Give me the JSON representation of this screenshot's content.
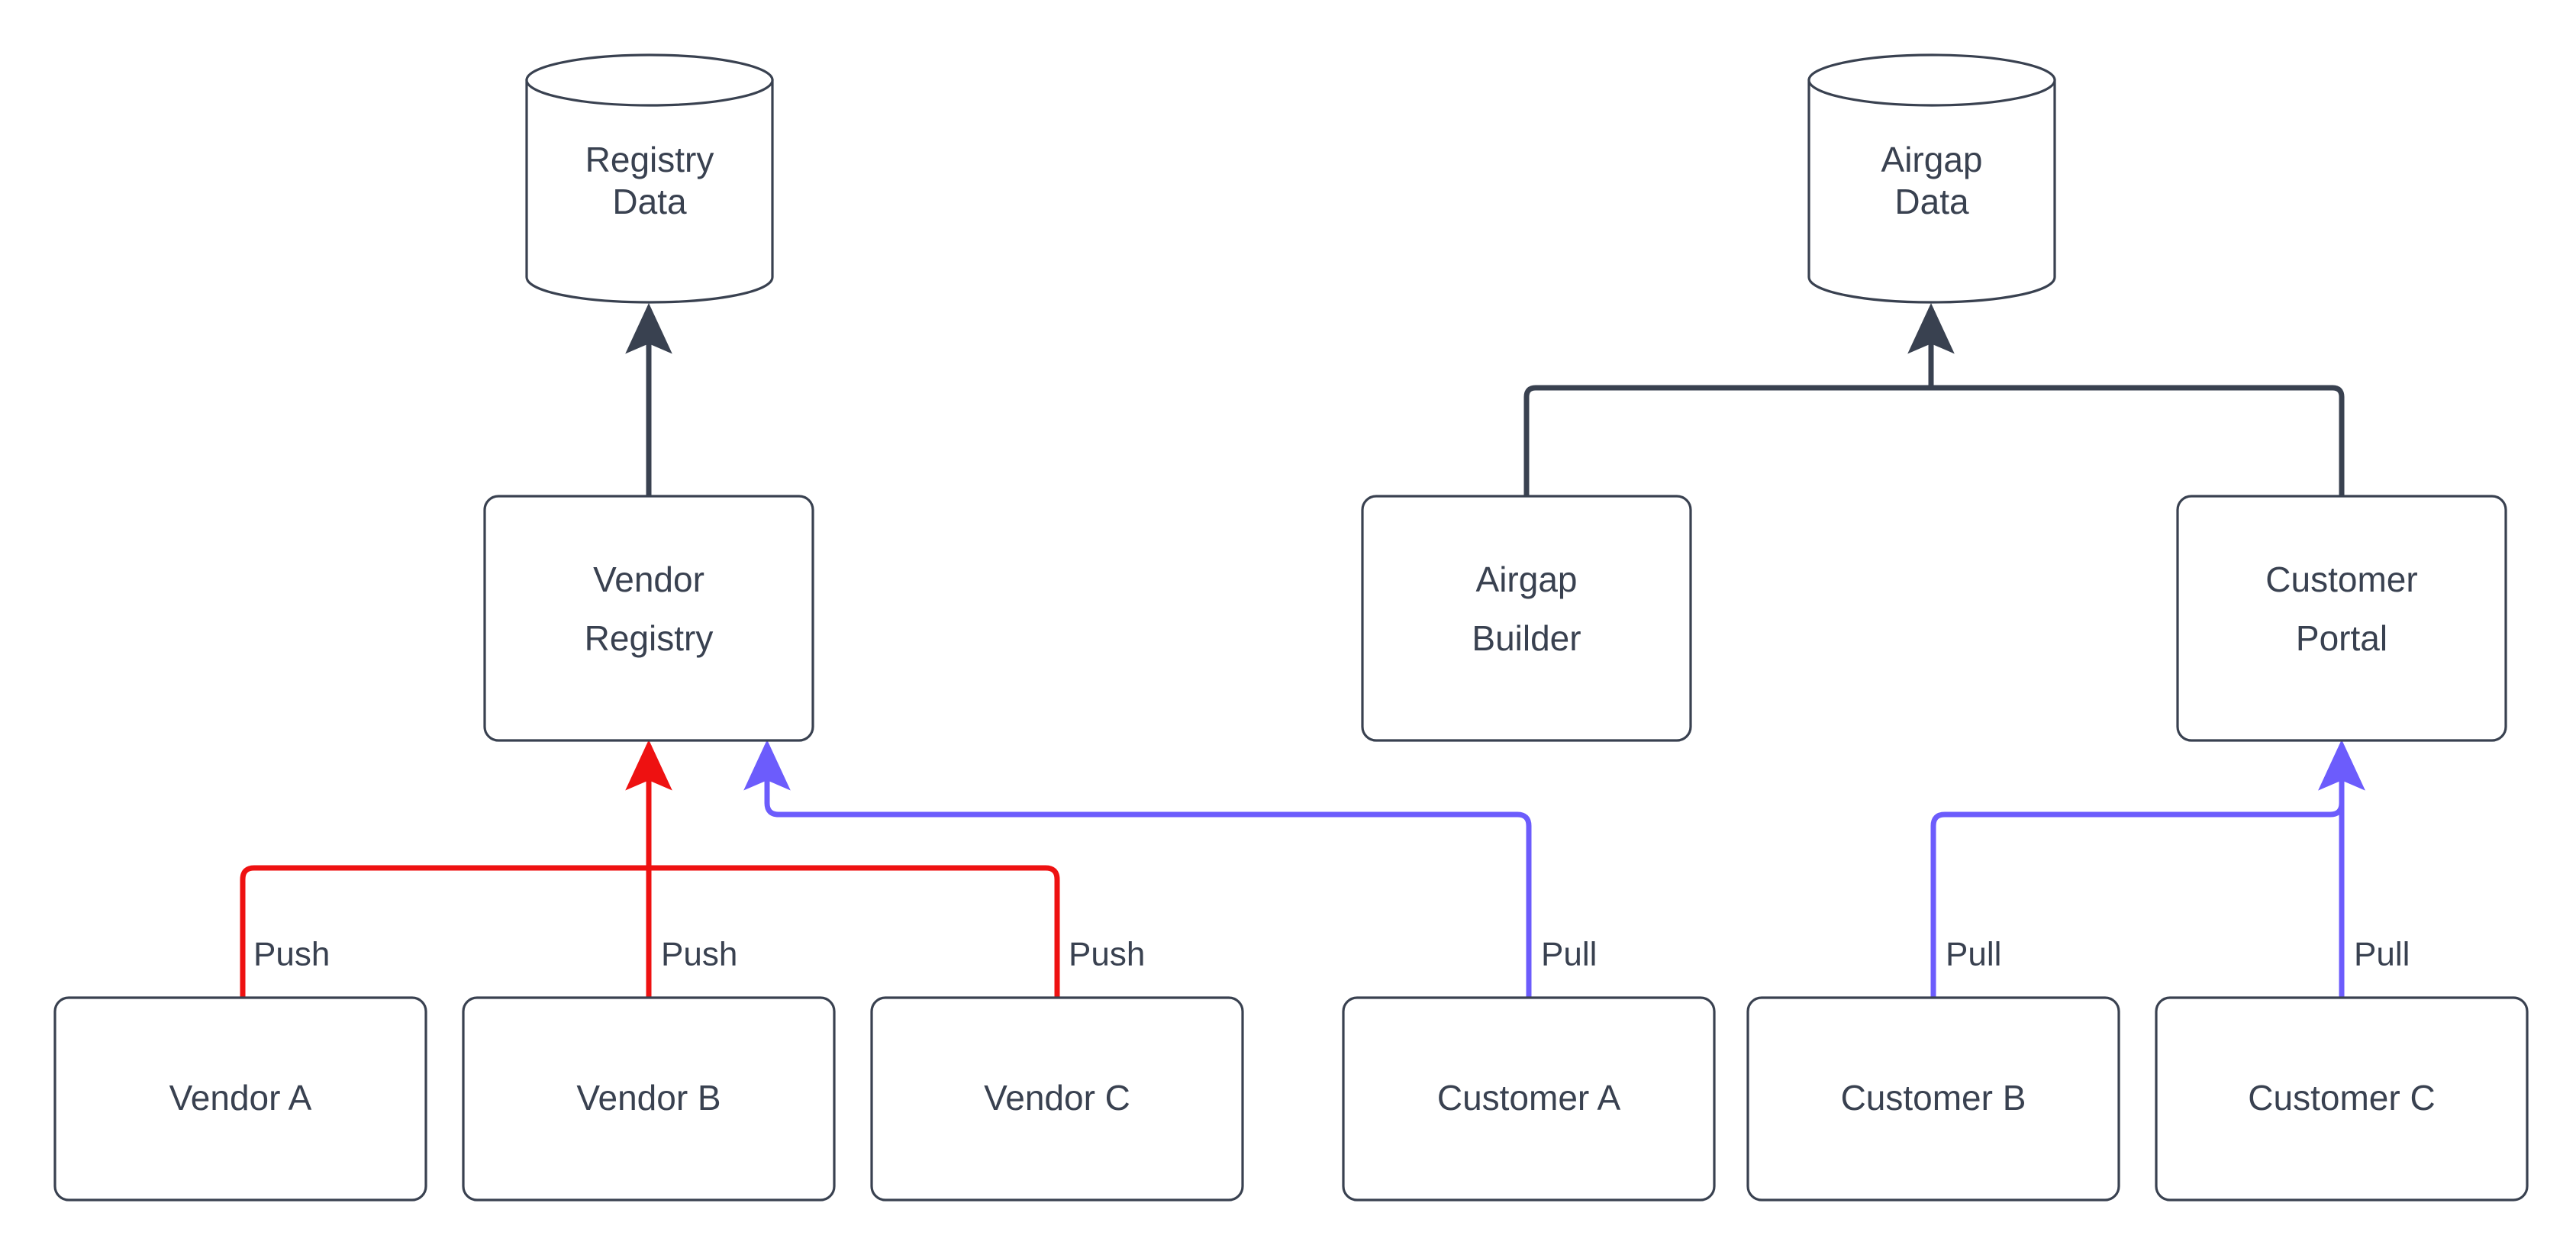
{
  "diagram": {
    "type": "flowchart",
    "background": "#ffffff",
    "colors": {
      "node_stroke": "#394150",
      "node_fill": "#ffffff",
      "text": "#394150",
      "push_edge": "#EE1111",
      "pull_edge": "#6C5CFC",
      "default_edge": "#394150"
    },
    "datastores": [
      {
        "id": "registry-data",
        "shape": "cylinder",
        "line1": "Registry",
        "line2": "Data"
      },
      {
        "id": "airgap-data",
        "shape": "cylinder",
        "line1": "Airgap",
        "line2": "Data"
      }
    ],
    "services": [
      {
        "id": "vendor-registry",
        "shape": "rounded-rect",
        "line1": "Vendor",
        "line2": "Registry"
      },
      {
        "id": "airgap-builder",
        "shape": "rounded-rect",
        "line1": "Airgap",
        "line2": "Builder"
      },
      {
        "id": "customer-portal",
        "shape": "rounded-rect",
        "line1": "Customer",
        "line2": "Portal"
      }
    ],
    "actors": [
      {
        "id": "vendor-a",
        "label": "Vendor A"
      },
      {
        "id": "vendor-b",
        "label": "Vendor B"
      },
      {
        "id": "vendor-c",
        "label": "Vendor C"
      },
      {
        "id": "customer-a",
        "label": "Customer A"
      },
      {
        "id": "customer-b",
        "label": "Customer B"
      },
      {
        "id": "customer-c",
        "label": "Customer C"
      }
    ],
    "edge_labels": {
      "push": "Push",
      "pull": "Pull"
    },
    "edges": [
      {
        "id": "vendor-registry-to-registry-data",
        "from": "vendor-registry",
        "to": "registry-data",
        "label": "",
        "color": "#394150"
      },
      {
        "id": "airgap-builder-to-airgap-data",
        "from": "airgap-builder",
        "to": "airgap-data",
        "label": "",
        "color": "#394150"
      },
      {
        "id": "customer-portal-to-airgap-data",
        "from": "customer-portal",
        "to": "airgap-data",
        "label": "",
        "color": "#394150"
      },
      {
        "id": "vendor-a-push",
        "from": "vendor-a",
        "to": "vendor-registry",
        "label": "Push",
        "color": "#EE1111"
      },
      {
        "id": "vendor-b-push",
        "from": "vendor-b",
        "to": "vendor-registry",
        "label": "Push",
        "color": "#EE1111"
      },
      {
        "id": "vendor-c-push",
        "from": "vendor-c",
        "to": "vendor-registry",
        "label": "Push",
        "color": "#EE1111"
      },
      {
        "id": "customer-a-pull",
        "from": "customer-a",
        "to": "vendor-registry",
        "label": "Pull",
        "color": "#6C5CFC"
      },
      {
        "id": "customer-b-pull",
        "from": "customer-b",
        "to": "customer-portal",
        "label": "Pull",
        "color": "#6C5CFC"
      },
      {
        "id": "customer-c-pull",
        "from": "customer-c",
        "to": "customer-portal",
        "label": "Pull",
        "color": "#6C5CFC"
      }
    ]
  }
}
